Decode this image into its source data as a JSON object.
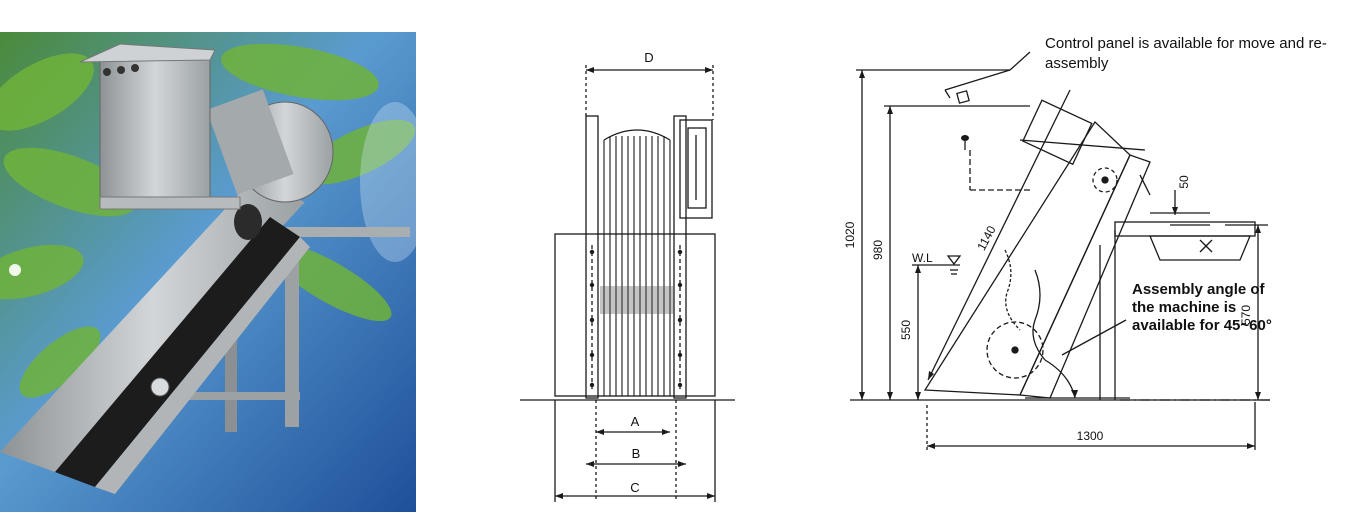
{
  "front_view": {
    "dim_labels": {
      "d": "D",
      "a": "A",
      "b": "B",
      "c": "C"
    }
  },
  "side_view": {
    "dim_labels": {
      "h1020": "1020",
      "h980": "980",
      "l1140": "1140",
      "h550": "550",
      "l1300": "1300",
      "h570": "570",
      "v50": "50",
      "wl": "W.L"
    },
    "notes": {
      "control_panel": "Control panel is available for move and re-assembly",
      "assembly_angle": "Assembly angle of the machine is available for 45~60°"
    }
  },
  "colors": {
    "line": "#1a1a1a",
    "photo_bg": "#3a7fc0",
    "steel": "#b9bdbf",
    "belt": "#1c1c1c"
  }
}
